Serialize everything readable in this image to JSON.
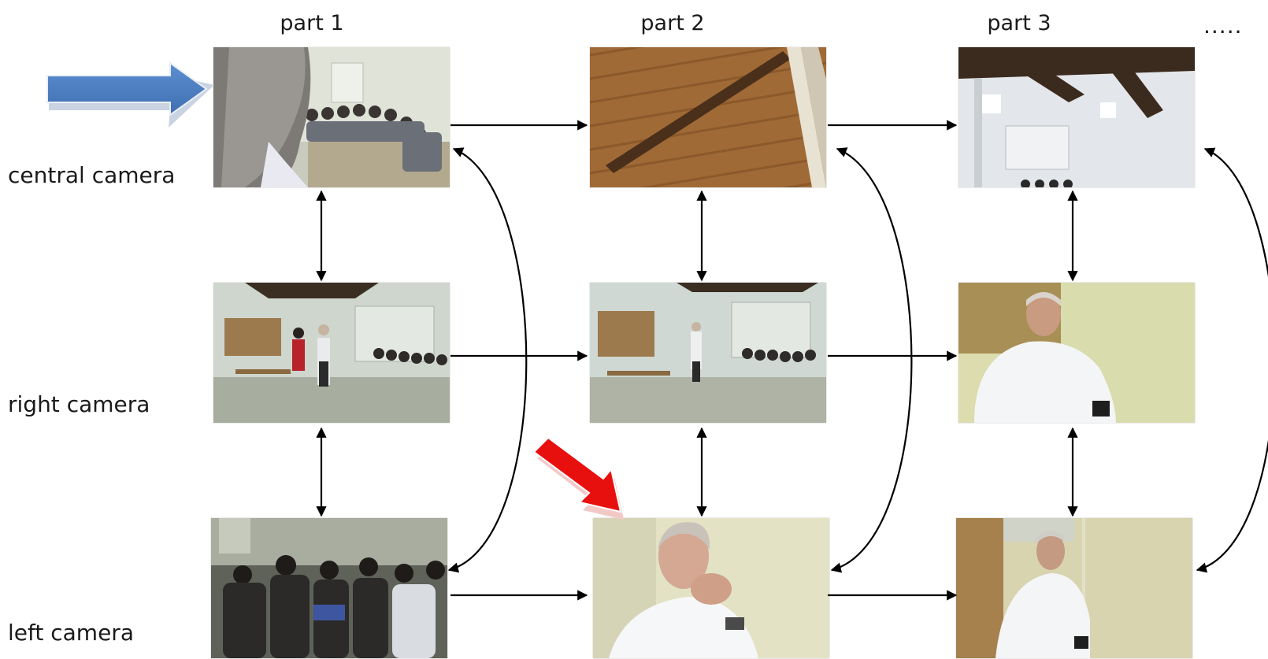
{
  "columns": [
    "part 1",
    "part 2",
    "part 3"
  ],
  "ellipsis": ".....",
  "rows": [
    "central camera",
    "right camera",
    "left camera"
  ],
  "frames": {
    "c1": "Close-up of a bearded face, students seated along the wall",
    "c2": "Wooden ceiling beam",
    "c3": "High interior wall with ceiling beams",
    "r1": "Two people standing in the room, students seated",
    "r2": "Man standing near bench and board, students seated",
    "r3": "Older man in white shirt, seated",
    "l1": "Students seated on the floor",
    "l2": "Man with hand to mouth, close-up",
    "l3": "Older man in white shirt, side view"
  },
  "colors": {
    "blue_pointer": "#4a7ec2",
    "red_pointer": "#e8100f",
    "connector": "#000000"
  },
  "icons": [
    "blue-pointer-arrow",
    "red-pointer-arrow"
  ]
}
